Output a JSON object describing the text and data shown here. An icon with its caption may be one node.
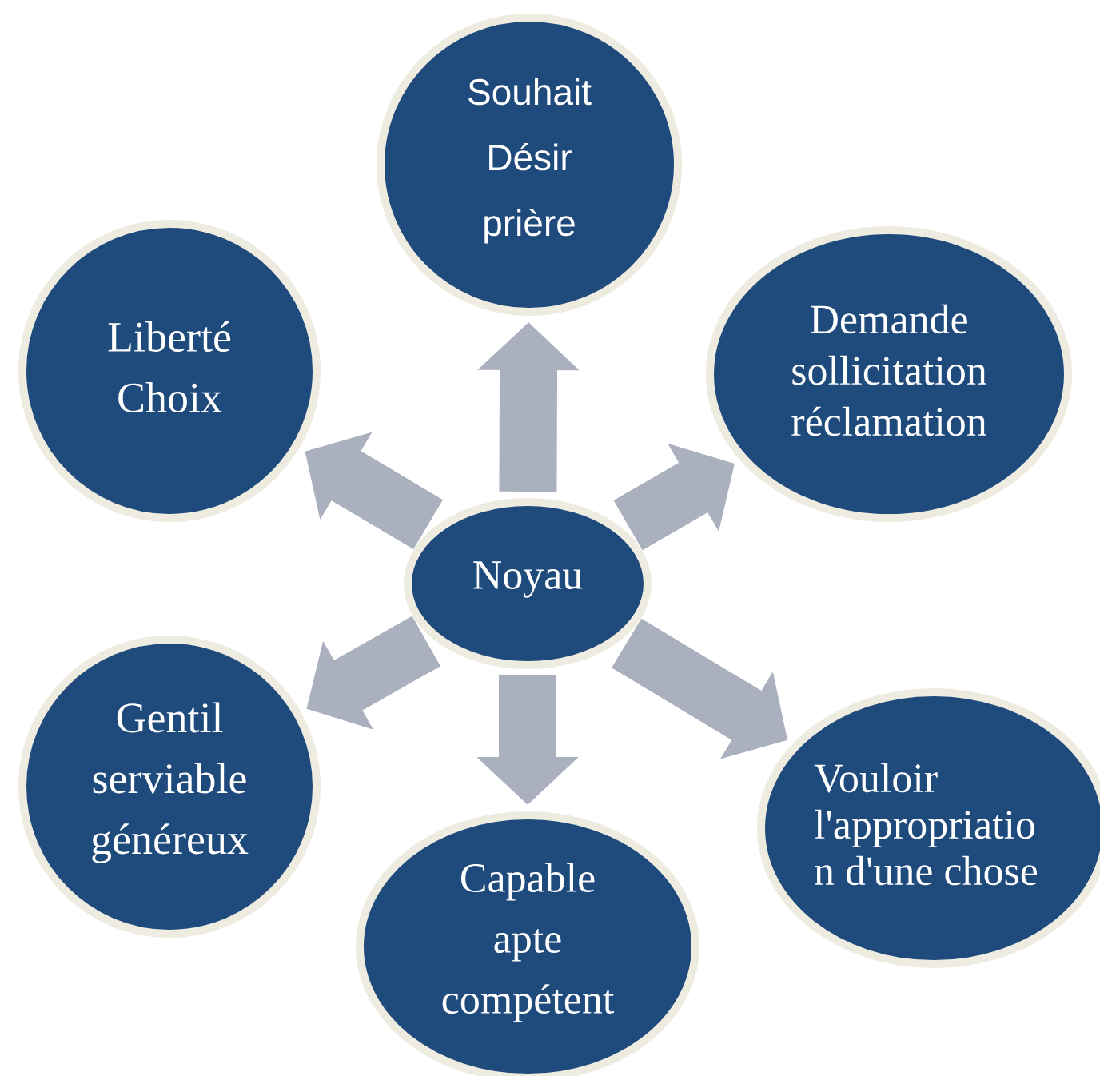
{
  "diagram": {
    "nodes": [
      {
        "text": [
          "Souhait",
          "Désir",
          "prière"
        ]
      },
      {
        "text": [
          "Liberté",
          "Choix"
        ]
      },
      {
        "text": [
          "Demande",
          "sollicitation",
          "réclamation"
        ]
      },
      {
        "text": [
          "Noyau"
        ]
      },
      {
        "text": [
          "Gentil",
          "serviable",
          "généreux"
        ]
      },
      {
        "text": [
          "Vouloir",
          "l'appropriatio n d'une chose"
        ]
      },
      {
        "text": [
          "Capable",
          "apte",
          "compétent"
        ]
      }
    ],
    "edges": [
      {
        "from": 3,
        "to": 0,
        "arrow": "to"
      },
      {
        "from": 3,
        "to": 1,
        "arrow": "to"
      },
      {
        "from": 3,
        "to": 2,
        "arrow": "to"
      },
      {
        "from": 3,
        "to": 4,
        "arrow": "to"
      },
      {
        "from": 3,
        "to": 5,
        "arrow": "to"
      },
      {
        "from": 3,
        "to": 6,
        "arrow": "to"
      }
    ]
  }
}
